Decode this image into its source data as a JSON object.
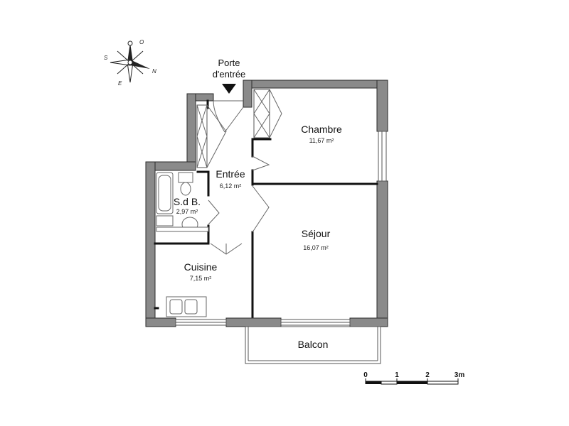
{
  "entrance": {
    "line1": "Porte",
    "line2": "d'entrée"
  },
  "rooms": {
    "chambre": {
      "name": "Chambre",
      "area": "11,67 m²"
    },
    "entree": {
      "name": "Entrée",
      "area": "6,12 m²"
    },
    "sdb": {
      "name": "S.d B.",
      "area": "2,97 m²"
    },
    "sejour": {
      "name": "Séjour",
      "area": "16,07 m²"
    },
    "cuisine": {
      "name": "Cuisine",
      "area": "7,15 m²"
    },
    "balcon": {
      "name": "Balcon"
    }
  },
  "scale": {
    "ticks": [
      "0",
      "1",
      "2",
      "3m"
    ]
  },
  "compass": {
    "north": "N",
    "south": "S",
    "east": "E",
    "west": "O"
  },
  "colors": {
    "wall": "#8a8a8a",
    "partition": "#111111"
  }
}
